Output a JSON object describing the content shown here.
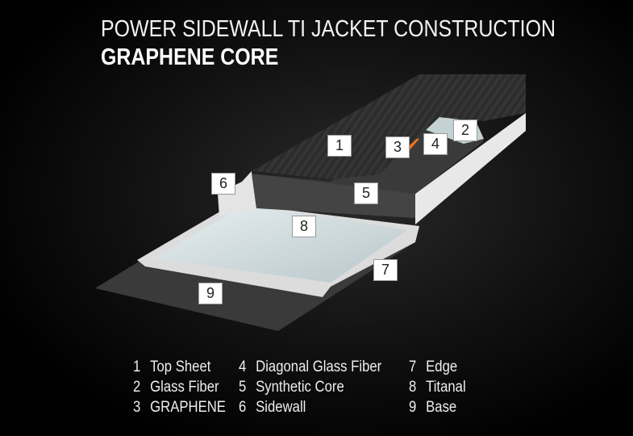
{
  "header": {
    "title": "POWER SIDEWALL TI JACKET CONSTRUCTION",
    "subtitle": "GRAPHENE CORE"
  },
  "labels": [
    "1",
    "2",
    "3",
    "4",
    "5",
    "6",
    "7",
    "8",
    "9"
  ],
  "legend": [
    {
      "num": "1",
      "label": "Top Sheet"
    },
    {
      "num": "2",
      "label": "Glass Fiber"
    },
    {
      "num": "3",
      "label": "GRAPHENE"
    },
    {
      "num": "4",
      "label": "Diagonal Glass Fiber"
    },
    {
      "num": "5",
      "label": "Synthetic Core"
    },
    {
      "num": "6",
      "label": "Sidewall"
    },
    {
      "num": "7",
      "label": "Edge"
    },
    {
      "num": "8",
      "label": "Titanal"
    },
    {
      "num": "9",
      "label": "Base"
    }
  ],
  "colors": {
    "graphene": "#e8751f",
    "topsheet": "#2e2e2e",
    "core": "#3a3a3a",
    "titanal": "#cfdde0",
    "sidewall": "#e6e6e6",
    "base": "#3c3c3c"
  }
}
